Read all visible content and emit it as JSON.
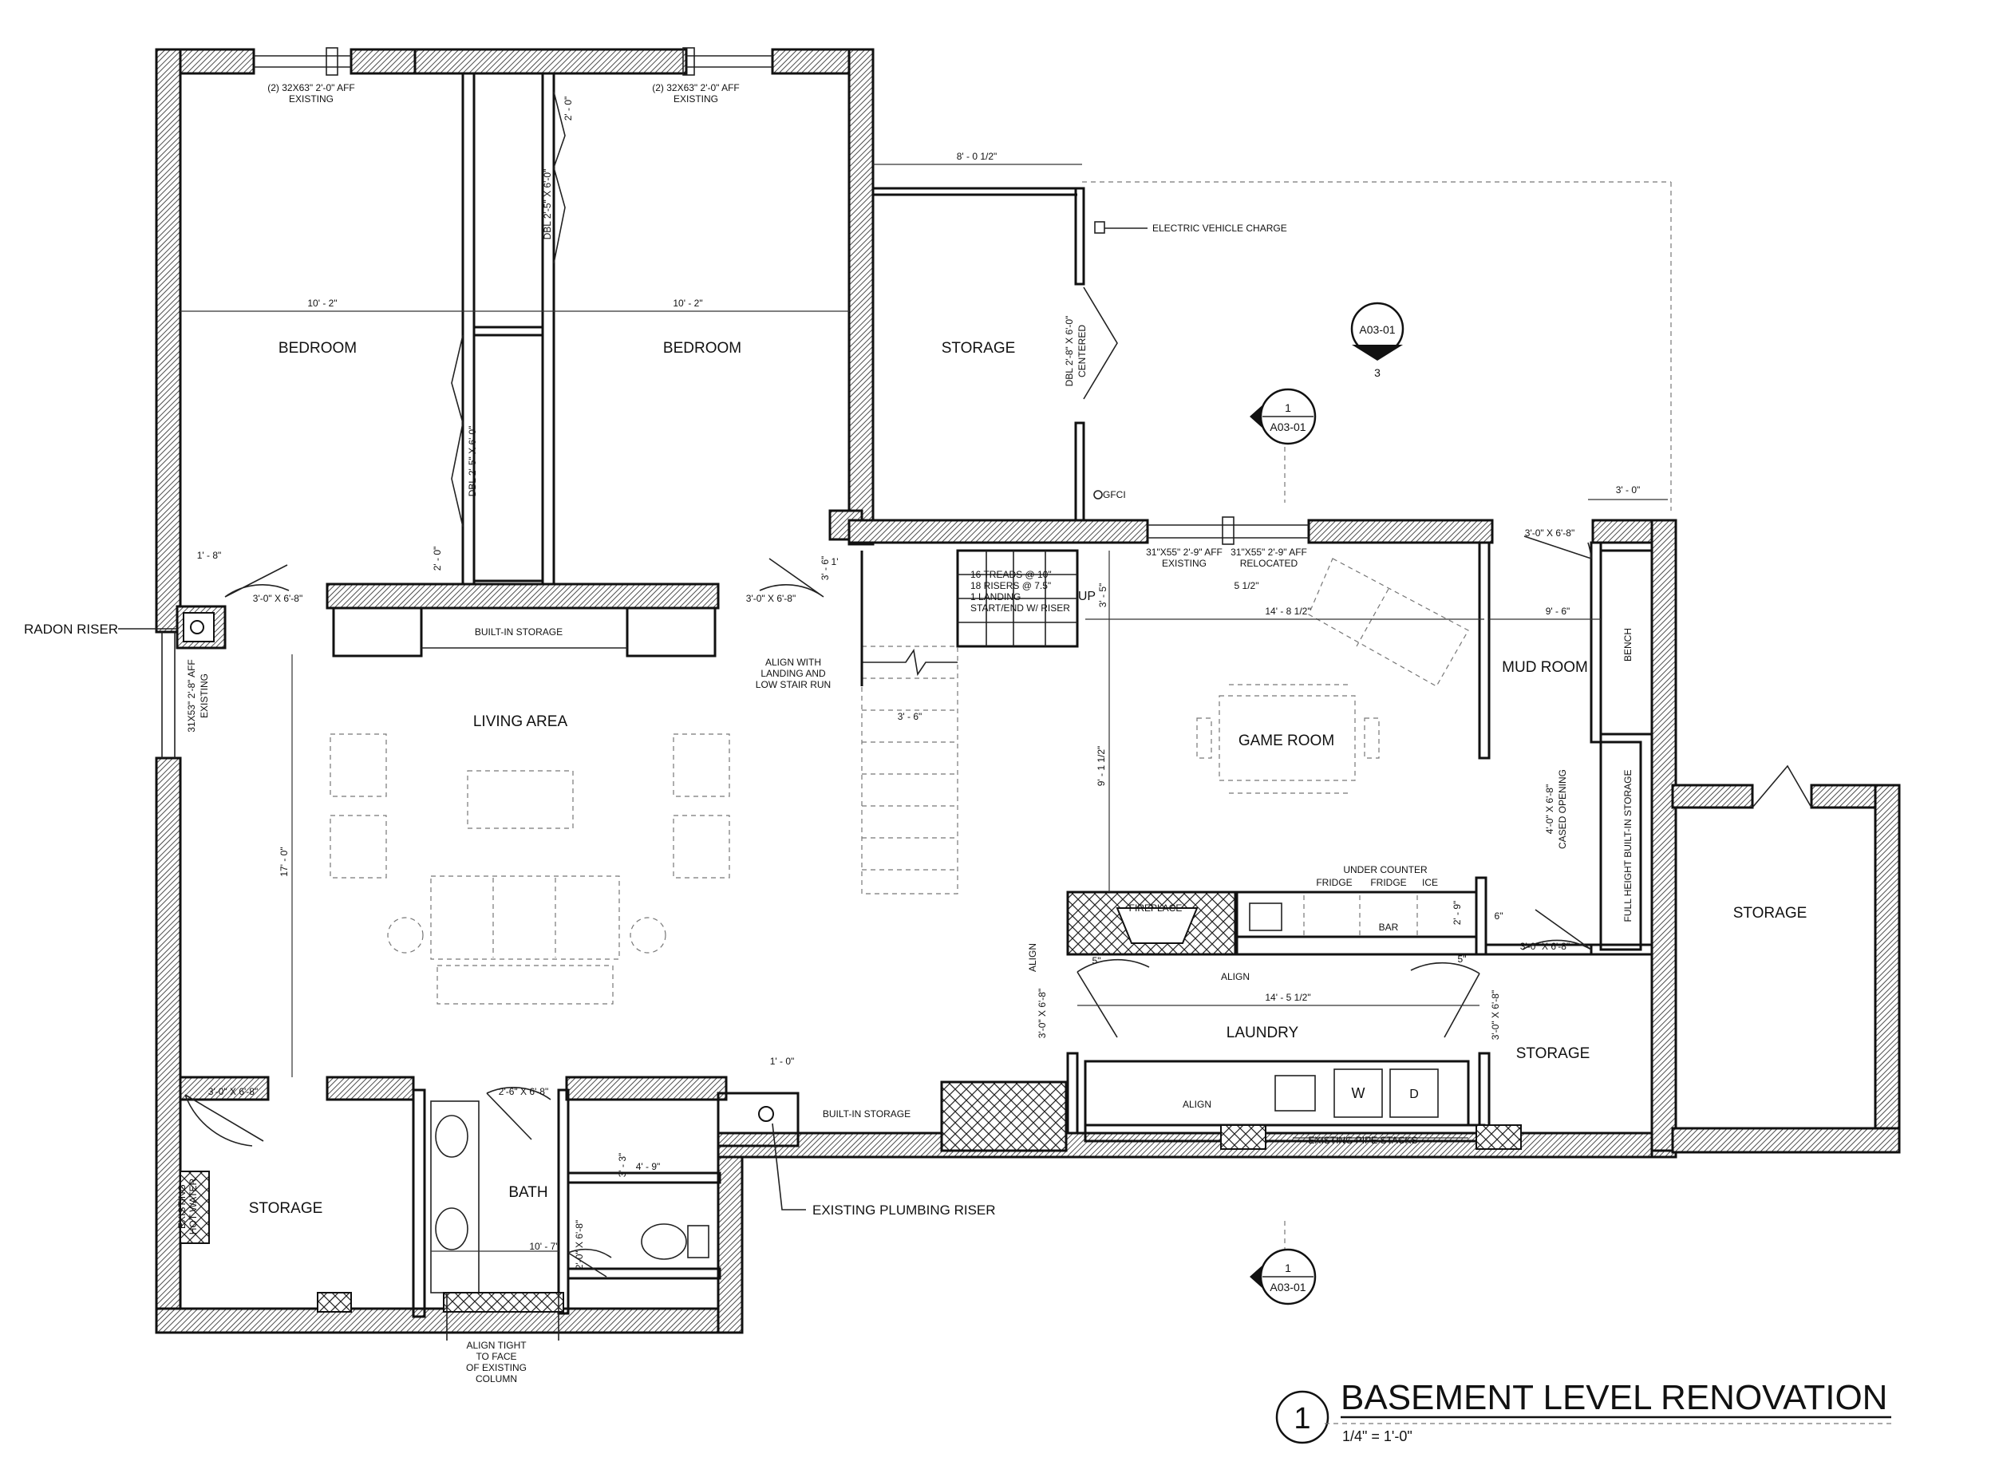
{
  "title": {
    "number": "1",
    "text": "BASEMENT LEVEL RENOVATION",
    "scale": "1/4\" = 1'-0\""
  },
  "rooms": {
    "bedroom_left": "BEDROOM",
    "bedroom_right": "BEDROOM",
    "storage_top": "STORAGE",
    "living": "LIVING AREA",
    "game": "GAME ROOM",
    "mud": "MUD ROOM",
    "storage_right": "STORAGE",
    "laundry": "LAUNDRY",
    "storage_laundry": "STORAGE",
    "storage_bottom_left": "STORAGE",
    "bath": "BATH"
  },
  "callouts": {
    "radon_riser": "RADON RISER",
    "plumbing_riser": "EXISTING PLUMBING RISER",
    "ev_charge": "ELECTRIC VEHICLE CHARGE",
    "gfci": "GFCI",
    "align_stair": [
      "ALIGN WITH",
      "LANDING AND",
      "LOW STAIR RUN"
    ],
    "align_column": [
      "ALIGN TIGHT",
      "TO FACE",
      "OF EXISTING",
      "COLUMN"
    ],
    "stair_note": [
      "16 TREADS @ 10\"",
      "18 RISERS @ 7.5\"",
      "1 LANDING",
      "START/END W/ RISER"
    ],
    "up": "UP",
    "built_in_top": "BUILT-IN STORAGE",
    "built_in_bottom": "BUILT-IN STORAGE",
    "fireplace": "FIREPLACE",
    "under_counter": "UNDER COUNTER",
    "fridge1": "FRIDGE",
    "fridge2": "FRIDGE",
    "ice": "ICE",
    "bar": "BAR",
    "align1": "ALIGN",
    "align2": "ALIGN",
    "align3": "ALIGN",
    "pipe_stacks": "EXISTING PIPE STACKS",
    "washer": "W",
    "dryer": "D",
    "bench": "BENCH",
    "full_height": "FULL HEIGHT BUILT-IN STORAGE",
    "cased_opening": [
      "4'-0\" X 6'-8\"",
      "CASED OPENING"
    ],
    "hot_water": [
      "EXISTING",
      "HOT WATER"
    ],
    "window_left": [
      "(2) 32X63\" 2'-0\" AFF",
      "EXISTING"
    ],
    "window_right": [
      "(2) 32X63\" 2'-0\" AFF",
      "EXISTING"
    ],
    "window_side": [
      "31X53\" 2'-8\" AFF",
      "EXISTING"
    ],
    "window_game1": [
      "31\"X55\" 2'-9\" AFF",
      "EXISTING"
    ],
    "window_game2": [
      "31\"X55\" 2'-9\" AFF",
      "RELOCATED"
    ],
    "dbl_closet1": "DBL 2'-5\" X 6'-0\"",
    "dbl_closet2": "DBL 2'-5\" X 6'-0\"",
    "dbl_garage": [
      "DBL 2'-8\" X 6'-0\"",
      "CENTERED"
    ]
  },
  "dimensions": {
    "bedroom_l_w": "10' - 2\"",
    "bedroom_r_w": "10' - 2\"",
    "storage_w": "8' - 0 1/2\"",
    "closet_h1": "2' - 0\"",
    "closet_h2": "2' - 0\"",
    "rr_w": "1' - 8\"",
    "door_l": "3'-0\" X 6'-8\"",
    "door_r": "3'-0\" X 6'-8\"",
    "door_mud": "3'-0\" X 6'-8\"",
    "door_store_r": "3'-0\" X 6'-8\"",
    "door_laundry_l": "3'-0\" X 6'-8\"",
    "door_laundry_r": "3'-0\" X 6'-8\"",
    "door_bl": "3'-0\" X 6'-8\"",
    "door_bath": "2'-6\" X 6'-8\"",
    "door_wc": "2'-0\" X 6'-8\"",
    "living_h": "17' - 0\"",
    "game_w": "14' - 8 1/2\"",
    "game_h": "9' - 1 1/2\"",
    "stair_gap": "3' - 6\"",
    "stair_w": "3' - 6\"",
    "game_up": "3' - 5\"",
    "mud_w": "9' - 6\"",
    "mud_top": "3' - 0\"",
    "laundry_w": "14' - 5 1/2\"",
    "half": "5 1/2\"",
    "bar_d": "2' - 9\"",
    "shower_h": "3' - 3\"",
    "shower_w": "4' - 9\"",
    "bath_w": "10' - 7\"",
    "riser_w": "1' - 0\"",
    "col": "1'",
    "fp_side": "5\"",
    "bar_side": "5\"",
    "bar_side2": "6\""
  },
  "section_marks": {
    "a_top": {
      "num": "1",
      "sheet": "A03-01"
    },
    "a_bottom": {
      "num": "1",
      "sheet": "A03-01"
    },
    "elev": {
      "sheet": "A03-01",
      "num": "3"
    }
  }
}
